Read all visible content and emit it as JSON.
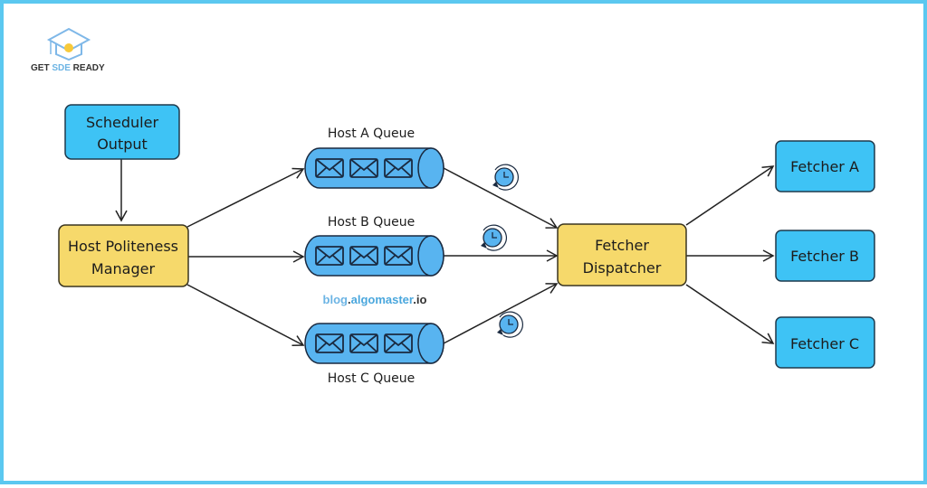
{
  "logo": {
    "part1": "GET ",
    "part2": "SDE",
    "part3": " READY"
  },
  "watermark": {
    "part1": "blog",
    "part2": ".",
    "part3": "algomaster",
    "part4": ".",
    "part5": "io"
  },
  "nodes": {
    "scheduler": {
      "line1": "Scheduler",
      "line2": "Output"
    },
    "politeness": {
      "line1": "Host Politeness",
      "line2": "Manager"
    },
    "dispatcher": {
      "line1": "Fetcher",
      "line2": "Dispatcher"
    },
    "fetcher_a": "Fetcher A",
    "fetcher_b": "Fetcher B",
    "fetcher_c": "Fetcher C"
  },
  "queues": [
    {
      "label": "Host A Queue",
      "messages": 3
    },
    {
      "label": "Host B Queue",
      "messages": 3
    },
    {
      "label": "Host C Queue",
      "messages": 3
    }
  ],
  "colors": {
    "blue_box": "#3ec3f5",
    "yellow_box": "#f6d96b",
    "queue_fill": "#58b4f0",
    "border": "#5bc8f0",
    "accent_text": "#4aa7dd"
  }
}
